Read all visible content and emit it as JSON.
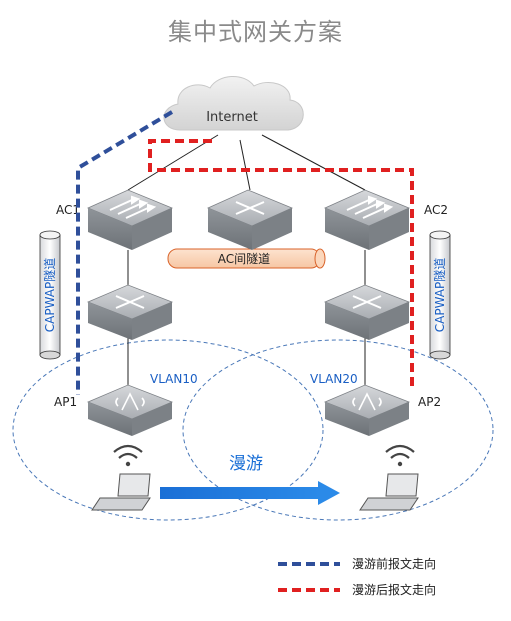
{
  "title": "集中式网关方案",
  "cloud_label": "Internet",
  "devices": {
    "ac1": "AC1",
    "ac2": "AC2",
    "ap1": "AP1",
    "ap2": "AP2"
  },
  "tunnels": {
    "ac_tunnel": "AC间隧道",
    "capwap_left": "CAPWAP隧道",
    "capwap_right": "CAPWAP隧道"
  },
  "vlans": {
    "left": "VLAN10",
    "right": "VLAN20"
  },
  "roaming_label": "漫游",
  "legend": [
    {
      "label": "漫游前报文走向",
      "color": "#2f4f9a"
    },
    {
      "label": "漫游后报文走向",
      "color": "#e02020"
    }
  ],
  "colors": {
    "path_before": "#2f4f9a",
    "path_after": "#e02020",
    "roam_arrow": "#1a6fd6",
    "device_gray": "#8e9297",
    "vlan_border": "#4a78b8"
  }
}
